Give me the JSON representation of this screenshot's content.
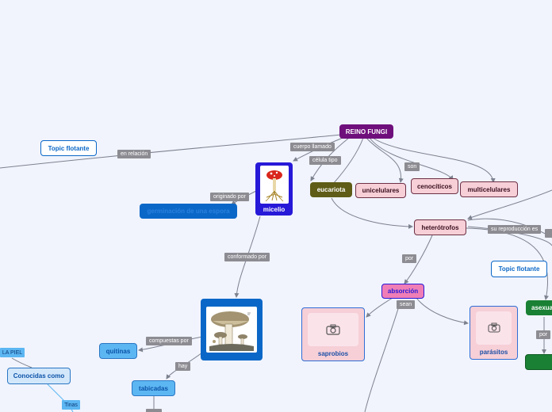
{
  "nodes": {
    "reino_fungi": "REINO FUNGI",
    "topic_flotante_left": "Topic flotante",
    "topic_flotante_right": "Topic flotante",
    "eucariota": "eucariota",
    "unicelulares": "unicelulares",
    "cenociticos": "cenocíticos",
    "multicelulares": "multicelulares",
    "micelio": "micelio",
    "germinacion": "germinación de una espora",
    "heterotrofos": "heterótrofos",
    "absorcion": "absorción",
    "saprobios": "saprobios",
    "parasitos": "parásitos",
    "asexual": "asexua",
    "quitinas": "quitinas",
    "tabicadas": "tabicadas",
    "conocidas_como": "Conocidas como",
    "la_piel": "LA PIEL",
    "tinas": "Tinas"
  },
  "labels": {
    "en_relacion": "en relación",
    "cuerpo_llamado": "cuerpo llamado",
    "celula_tipo": "célula tipo",
    "son": "son",
    "originado_por": "originado por",
    "conformado_por": "conformado por",
    "su_reproduccion_es": "su reproducción es",
    "por_1": "por",
    "sean": "sean",
    "por_2": "por",
    "compuestas_por": "compuestas por",
    "hay": "hay"
  },
  "colors": {
    "background": "#f1f4fd",
    "reino_fungi": "#6f0f7c",
    "eucariota": "#5e5c16",
    "pink_node": "#f6cfd7",
    "dark_blue": "#2719d8",
    "mid_blue": "#0b67c7",
    "light_blue": "#5cb6f2",
    "absorcion": "#f07eb6",
    "green": "#1a8034",
    "edge": "#7d828f"
  },
  "icons": {
    "camera": "camera-icon",
    "mushroom": "mushroom-illustration"
  }
}
